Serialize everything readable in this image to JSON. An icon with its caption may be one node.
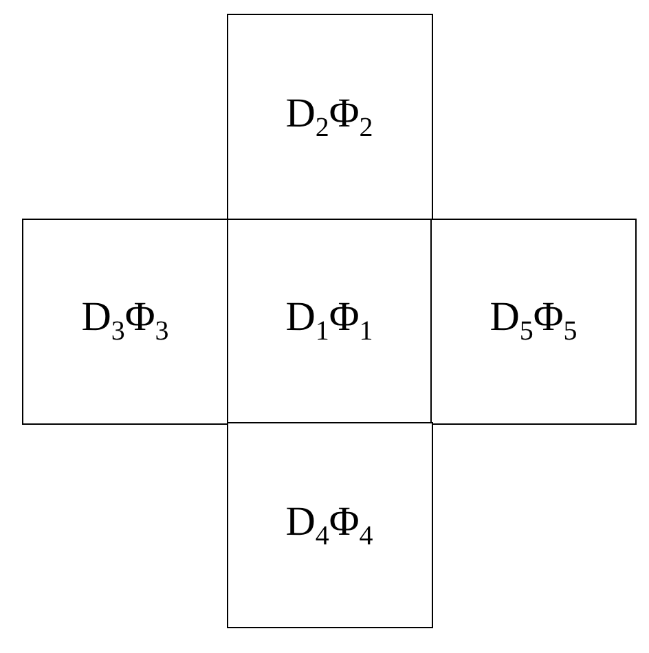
{
  "diagram": {
    "nodes": [
      {
        "text": [
          "D$_{2}$Φ$_{2}$"
        ]
      },
      {
        "text": [
          "D$_{3}$Φ$_{3}$"
        ]
      },
      {
        "text": [
          "D$_{1}$Φ$_{1}$"
        ]
      },
      {
        "text": [
          "D$_{5}$Φ$_{5}$"
        ]
      },
      {
        "text": [
          "D$_{4}$Φ$_{4}$"
        ]
      }
    ]
  }
}
